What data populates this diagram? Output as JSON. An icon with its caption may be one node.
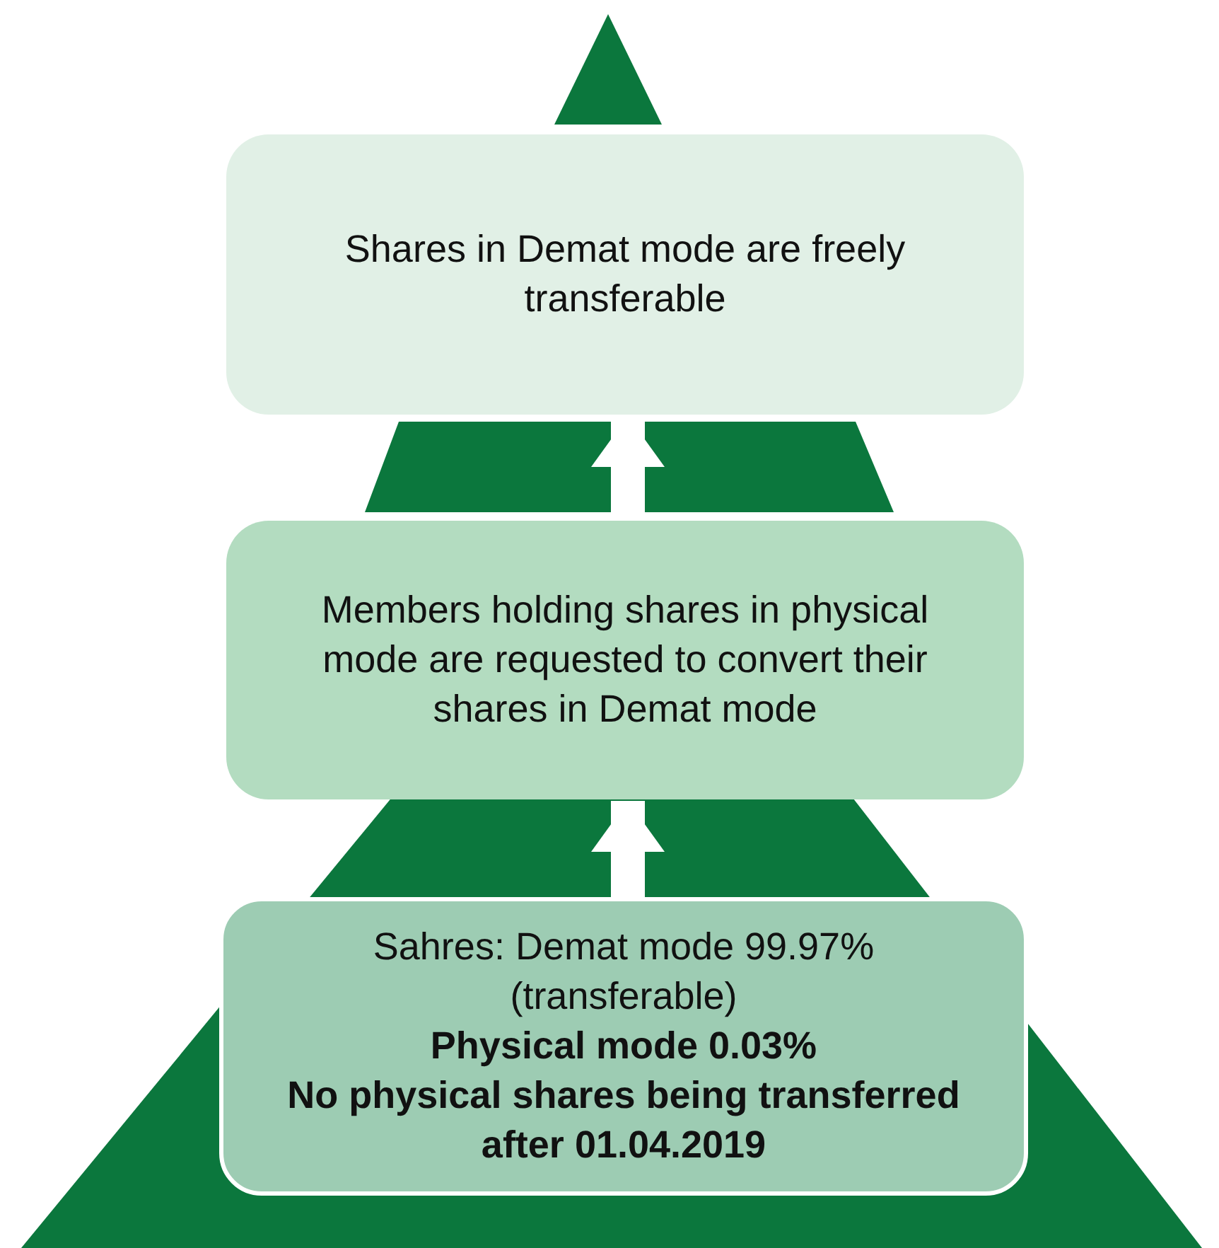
{
  "diagram": {
    "nodes": [
      {
        "text": [
          "Shares in Demat mode are freely transferable"
        ]
      },
      {
        "text": [
          "Members holding shares in physical mode are requested to convert their shares in Demat mode"
        ]
      },
      {
        "text": [
          "Sahres: Demat mode 99.97% (transferable)",
          "Physical mode 0.03%",
          "No physical shares being transferred after 01.04.2019"
        ]
      }
    ],
    "edges": [
      {
        "from": 2,
        "to": 1,
        "arrow": "to"
      },
      {
        "from": 1,
        "to": 0,
        "arrow": "to"
      }
    ]
  }
}
